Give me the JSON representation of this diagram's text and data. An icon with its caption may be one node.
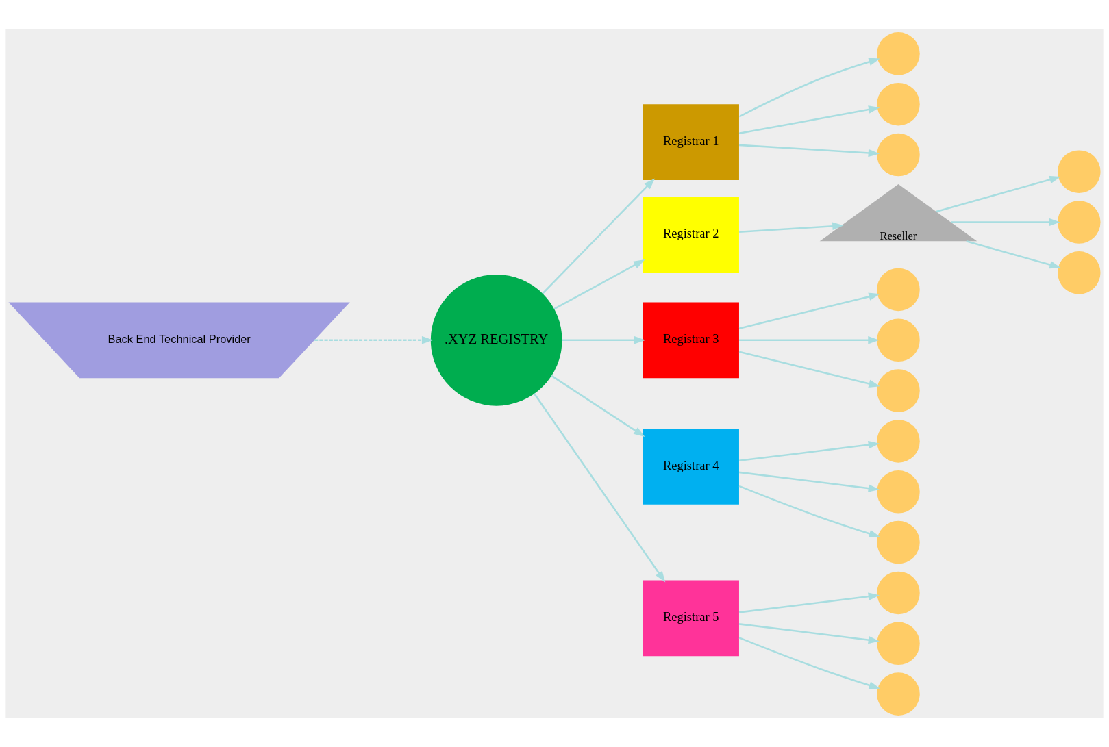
{
  "diagram": {
    "nodes": [
      {
        "text": [
          "Back End Technical Provider"
        ]
      },
      {
        "text": [
          ".XYZ REGISTRY"
        ]
      },
      {
        "text": [
          "Registrar 1"
        ]
      },
      {
        "text": [
          "Registrar 2"
        ]
      },
      {
        "text": [
          "Registrar 3"
        ]
      },
      {
        "text": [
          "Registrar 4"
        ]
      },
      {
        "text": [
          "Registrar 5"
        ]
      },
      {
        "text": [
          "Reseller"
        ]
      },
      {
        "text": [],
        "shape": "circle"
      },
      {
        "text": [],
        "shape": "circle"
      },
      {
        "text": [],
        "shape": "circle"
      },
      {
        "text": [],
        "shape": "circle"
      },
      {
        "text": [],
        "shape": "circle"
      },
      {
        "text": [],
        "shape": "circle"
      },
      {
        "text": [],
        "shape": "circle"
      },
      {
        "text": [],
        "shape": "circle"
      },
      {
        "text": [],
        "shape": "circle"
      },
      {
        "text": [],
        "shape": "circle"
      },
      {
        "text": [],
        "shape": "circle"
      },
      {
        "text": [],
        "shape": "circle"
      },
      {
        "text": [],
        "shape": "circle"
      },
      {
        "text": [],
        "shape": "circle"
      },
      {
        "text": [],
        "shape": "circle"
      }
    ],
    "edges": [
      {
        "from": 0,
        "to": 1,
        "arrow": "to",
        "style": "dashed"
      },
      {
        "from": 1,
        "to": 2,
        "arrow": "to"
      },
      {
        "from": 1,
        "to": 3,
        "arrow": "to"
      },
      {
        "from": 1,
        "to": 4,
        "arrow": "to"
      },
      {
        "from": 1,
        "to": 5,
        "arrow": "to"
      },
      {
        "from": 1,
        "to": 6,
        "arrow": "to"
      },
      {
        "from": 2,
        "to": 8,
        "arrow": "to"
      },
      {
        "from": 2,
        "to": 9,
        "arrow": "to"
      },
      {
        "from": 2,
        "to": 10,
        "arrow": "to"
      },
      {
        "from": 3,
        "to": 7,
        "arrow": "to"
      },
      {
        "from": 7,
        "to": 11,
        "arrow": "to"
      },
      {
        "from": 7,
        "to": 12,
        "arrow": "to"
      },
      {
        "from": 7,
        "to": 13,
        "arrow": "to"
      },
      {
        "from": 4,
        "to": 14,
        "arrow": "to"
      },
      {
        "from": 4,
        "to": 15,
        "arrow": "to"
      },
      {
        "from": 4,
        "to": 16,
        "arrow": "to"
      },
      {
        "from": 5,
        "to": 17,
        "arrow": "to"
      },
      {
        "from": 5,
        "to": 18,
        "arrow": "to"
      },
      {
        "from": 5,
        "to": 19,
        "arrow": "to"
      },
      {
        "from": 6,
        "to": 20,
        "arrow": "to"
      },
      {
        "from": 6,
        "to": 21,
        "arrow": "to"
      },
      {
        "from": 6,
        "to": 22,
        "arrow": "to"
      }
    ]
  }
}
